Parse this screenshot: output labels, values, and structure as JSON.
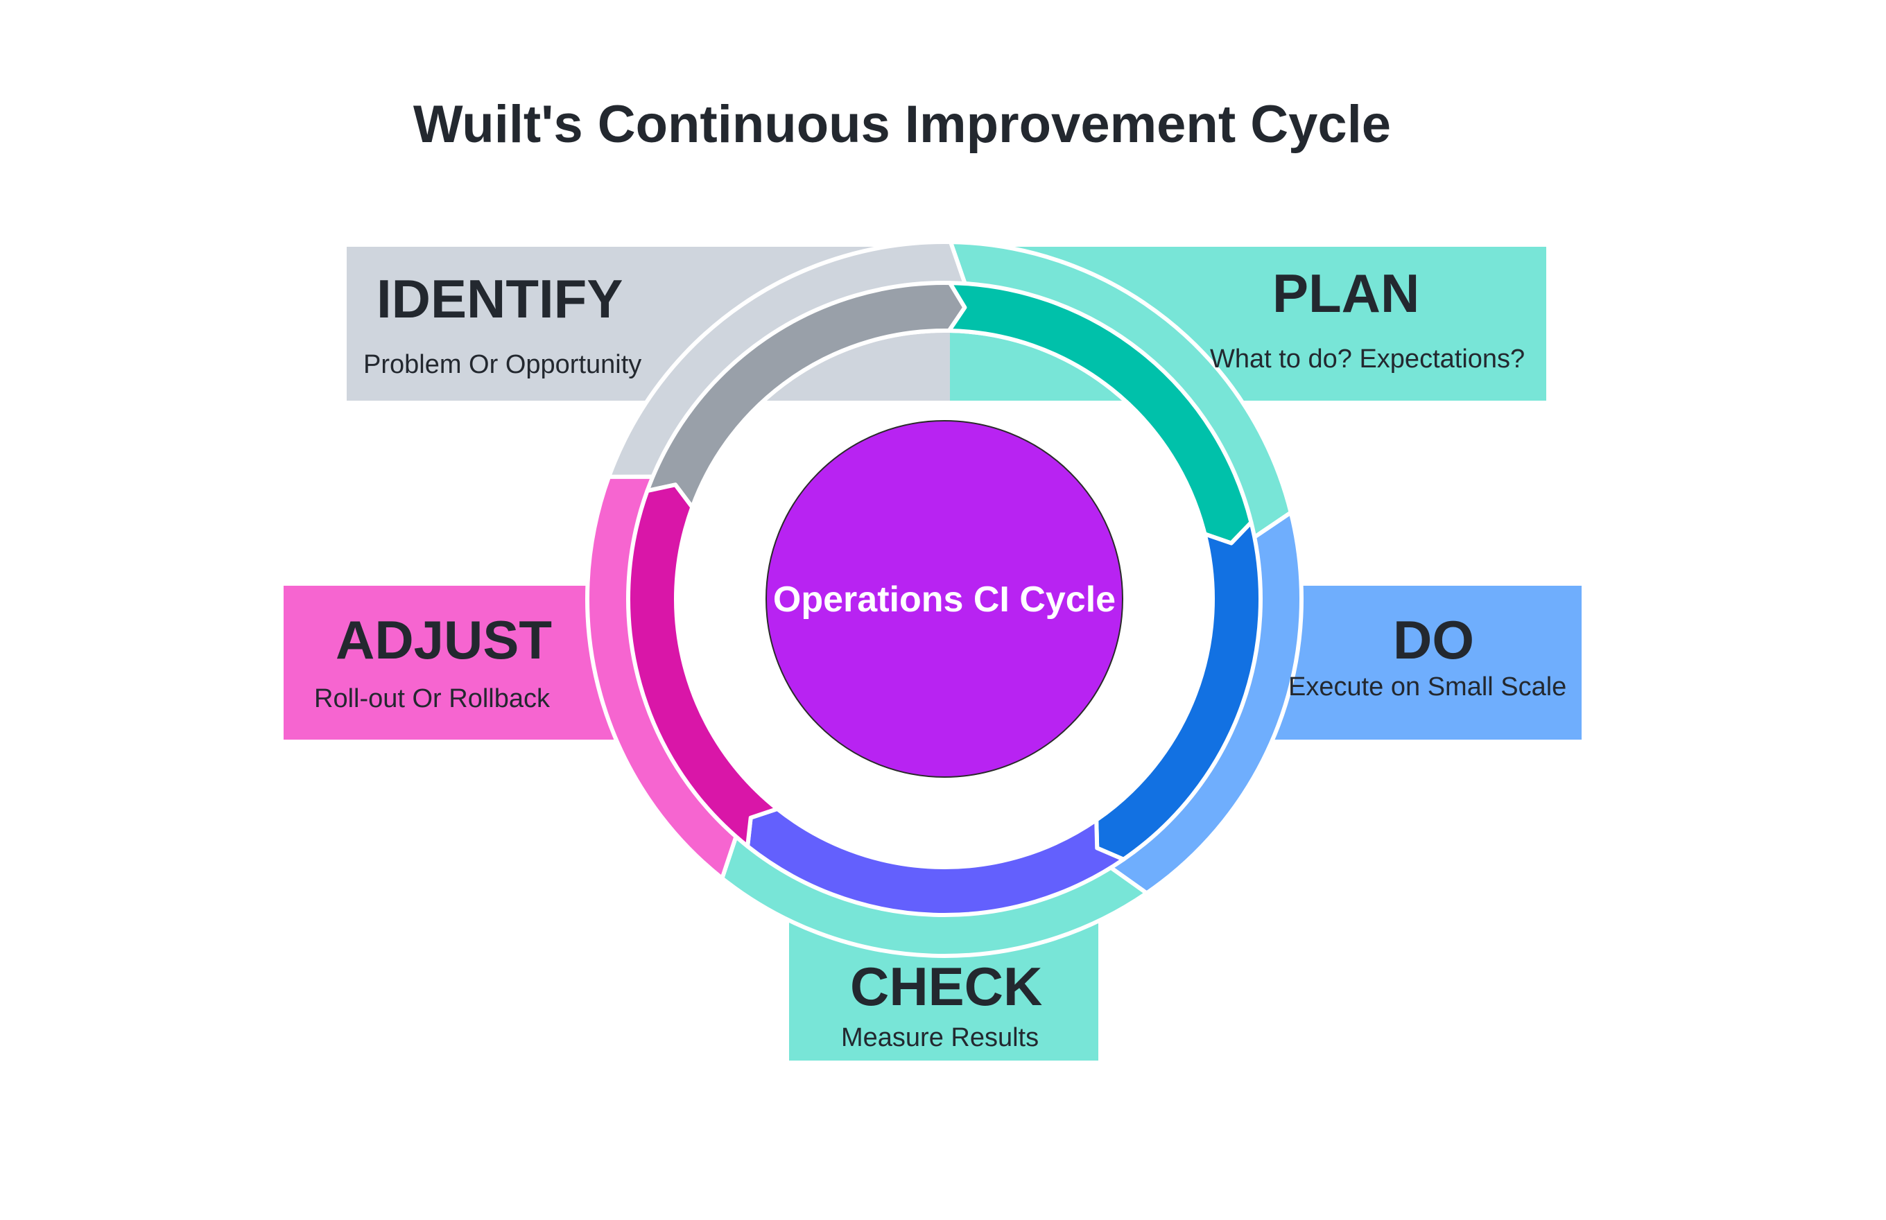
{
  "title": "Wuilt's Continuous Improvement Cycle",
  "center": {
    "label": "Operations CI Cycle",
    "color": "#b823f2"
  },
  "stages": [
    {
      "name": "IDENTIFY",
      "description": "Problem Or Opportunity",
      "light": "#cfd5dd",
      "dark": "#99a0a9"
    },
    {
      "name": "PLAN",
      "description": "What to do? Expectations?",
      "light": "#78e5d7",
      "dark": "#00c1aa"
    },
    {
      "name": "DO",
      "description": "Execute on Small Scale",
      "light": "#6faefd",
      "dark": "#1271e2"
    },
    {
      "name": "CHECK",
      "description": "Measure Results",
      "light": "#78e5d7",
      "dark": "#6360fd"
    },
    {
      "name": "ADJUST",
      "description": "Roll-out Or Rollback",
      "light": "#f665d0",
      "dark": "#d916a8"
    }
  ]
}
